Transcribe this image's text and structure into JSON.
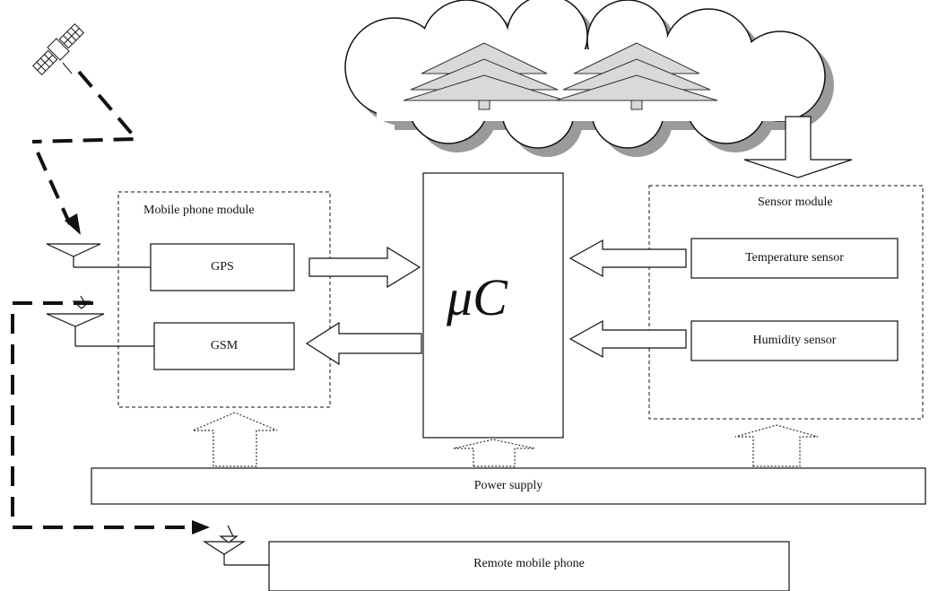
{
  "modules": {
    "mobile_phone_title": "Mobile phone module",
    "sensor_title": "Sensor module"
  },
  "blocks": {
    "gps": "GPS",
    "gsm": "GSM",
    "microcontroller": "μC",
    "temperature_sensor": "Temperature sensor",
    "humidity_sensor": "Humidity sensor",
    "power_supply": "Power supply",
    "remote_phone": "Remote mobile phone"
  },
  "icons": [
    "satellite-icon",
    "antenna-icon",
    "cloud-icon",
    "tree-icon",
    "arrow-icon"
  ],
  "colors": {
    "line": "#111111",
    "cloud_shadow": "#9a9a9a",
    "tree": "#d9d9d9"
  }
}
